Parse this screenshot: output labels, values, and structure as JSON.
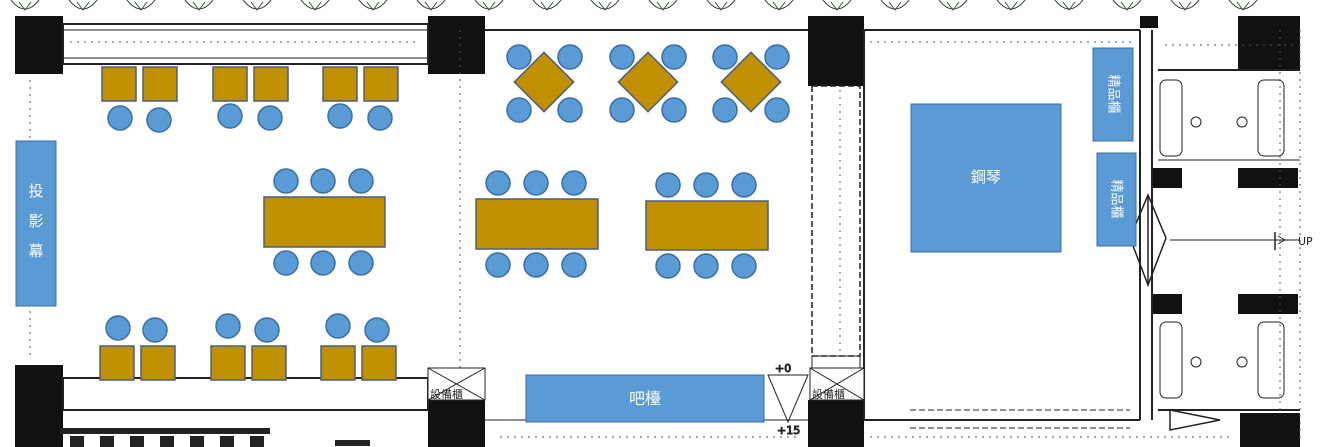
{
  "labels": {
    "screen_chars": [
      "投",
      "影",
      "幕"
    ],
    "piano": "鋼琴",
    "bar": "吧檯",
    "shelf1": "精品櫃",
    "shelf2": "精品櫃",
    "equip1": "設備櫃",
    "equip2": "設備櫃",
    "up": "UP",
    "level_plus0": "+0",
    "level_plus15": "+15"
  },
  "colors": {
    "table": "#C09000",
    "chair": "#5B9BD5",
    "feature": "#5B9BD5",
    "wall": "#111111"
  },
  "icons": [
    "plant-icon",
    "chair-icon",
    "table-icon",
    "sink-icon",
    "door-icon",
    "stair-icon"
  ]
}
